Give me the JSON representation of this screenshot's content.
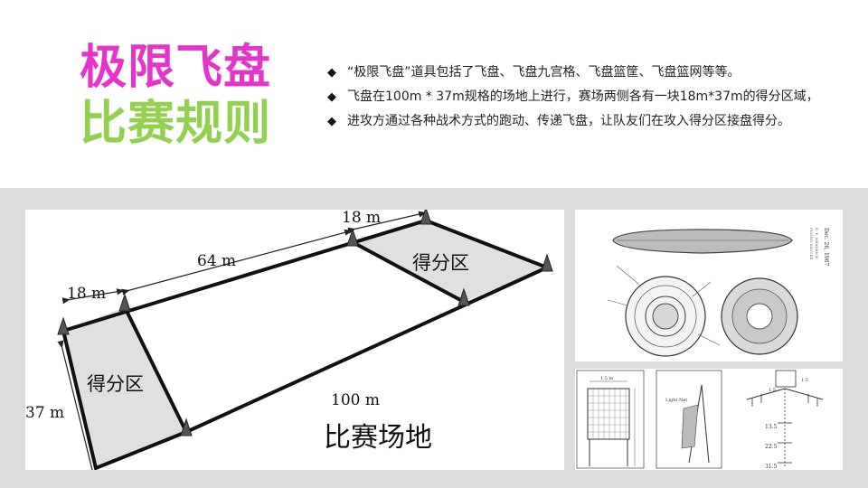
{
  "title": {
    "line1": "极限飞盘",
    "line2": "比赛规则",
    "line1_color": "#e633c9",
    "line2_color": "#92d050"
  },
  "bullets": [
    {
      "marker": "◆",
      "text": "“极限飞盘”道具包括了飞盘、飞盘九宫格、飞盘篮筐、飞盘篮网等等。"
    },
    {
      "marker": "◆",
      "text": "飞盘在100m * 37m规格的场地上进行，赛场两侧各有一块18m*37m的得分区域，"
    },
    {
      "marker": "◆",
      "text": "进攻方通过各种战术方式的跑动、传递飞盘，让队友们在攻入得分区接盘得分。"
    }
  ],
  "field_diagram": {
    "dim_top": "18 m",
    "dim_middle": "64 m",
    "dim_left": "18 m",
    "dim_side": "37 m",
    "dim_bottom": "100 m",
    "endzone_right": "得分区",
    "endzone_left": "得分区",
    "caption": "比赛场地"
  },
  "patent_drawing": {
    "side_text_1": "Dec. 26, 1967",
    "side_text_2": "E. E. HEADRICK",
    "side_text_3": "FLYING SAUCER"
  },
  "goal_drawings": {
    "frame_width": "1.5 m",
    "light_net": "Light Net",
    "top_dim": "1.5",
    "side_dim": "1.5",
    "dist_1": "13.5",
    "dist_2": "22.5",
    "dist_3": "31.5"
  }
}
